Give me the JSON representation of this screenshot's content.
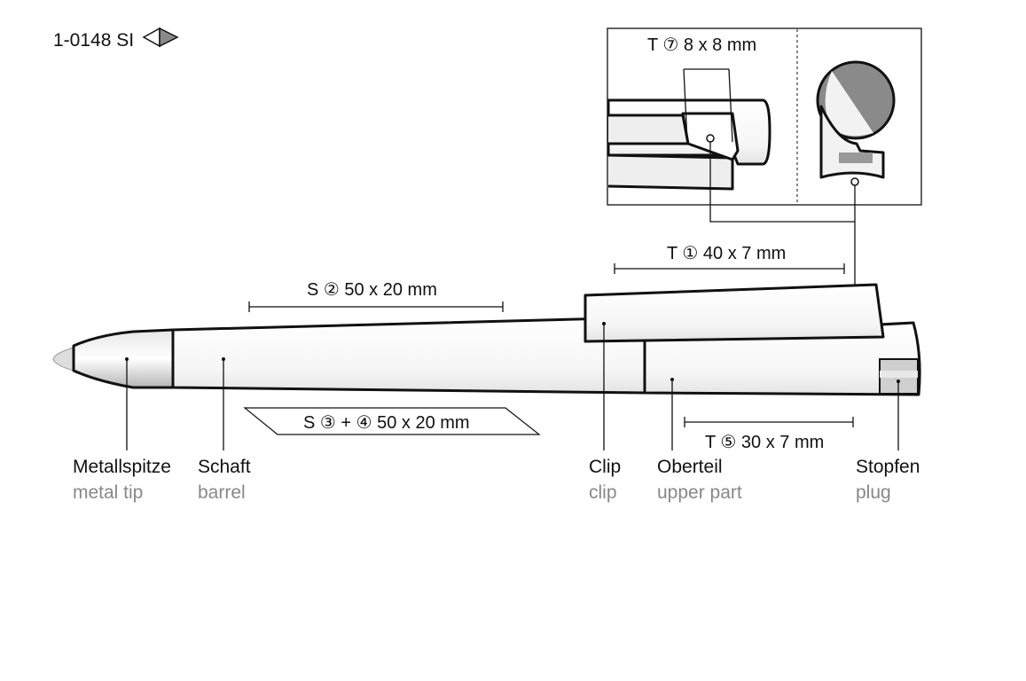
{
  "header": {
    "code": "1-0148 SI"
  },
  "dimensions": {
    "t7": "T ⑦ 8 x 8 mm",
    "t1": "T ① 40 x 7 mm",
    "s2": "S ② 50 x 20 mm",
    "s34": "S ③ + ④ 50 x 20 mm",
    "t5": "T ⑤ 30 x 7 mm"
  },
  "parts": [
    {
      "de": "Metallspitze",
      "en": "metal tip"
    },
    {
      "de": "Schaft",
      "en": "barrel"
    },
    {
      "de": "Clip",
      "en": "clip"
    },
    {
      "de": "Oberteil",
      "en": "upper part"
    },
    {
      "de": "Stopfen",
      "en": "plug"
    }
  ],
  "colors": {
    "outline": "#111111",
    "metal": "#c8c8c8",
    "grey_label": "#888888",
    "dark_grey": "#8a8a8a"
  }
}
